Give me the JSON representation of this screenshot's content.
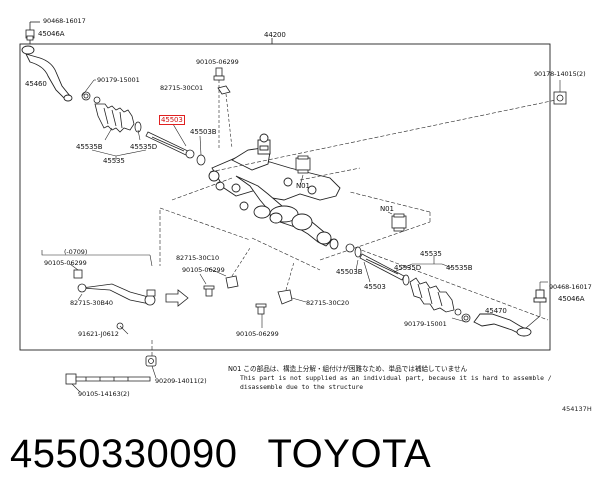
{
  "diagram": {
    "labels": {
      "p90468_top": "90468-16017",
      "p45046A_top": "45046A",
      "p44200": "44200",
      "p45460": "45460",
      "p90179_top": "90179-15001",
      "p90105_top": "90105-06299",
      "p82715_30C01": "82715-30C01",
      "p90178": "90178-14015(2)",
      "p45503_hl": "45503",
      "p45503B_top": "45503B",
      "p45535B_left": "45535B",
      "p45535D_left": "45535D",
      "p45535_left": "45535",
      "pN01_a": "N01",
      "pN01_b": "N01",
      "p0709": "(-0709)",
      "p90105_left": "90105-06299",
      "p82715_30C10": "82715-30C10",
      "p90105_mid": "90105-06299",
      "p82715_30B40": "82715-30B40",
      "p82715_30C20": "82715-30C20",
      "p91621": "91621-J0612",
      "p90105_bot": "90105-06299",
      "p45503B_right": "45503B",
      "p45503_right": "45503",
      "p45535_right": "45535",
      "p45535D_right": "45535D",
      "p45535B_right": "45535B",
      "p90468_right": "90468-16017",
      "p45046A_right": "45046A",
      "p45470": "45470",
      "p90179_right": "90179-15001",
      "p90209": "90209-14011(2)",
      "p90105_14163": "90105-14163(2)"
    },
    "note_japanese": "N01 この部品は、構造上分解・組付けが困難なため、単品では補給していません",
    "note_english_1": "This part is not supplied as an individual part, because it is hard to assemble /",
    "note_english_2": "disassemble due to the structure",
    "figure_id": "454137H"
  },
  "caption": {
    "part_number": "4550330090",
    "brand": "TOYOTA"
  }
}
